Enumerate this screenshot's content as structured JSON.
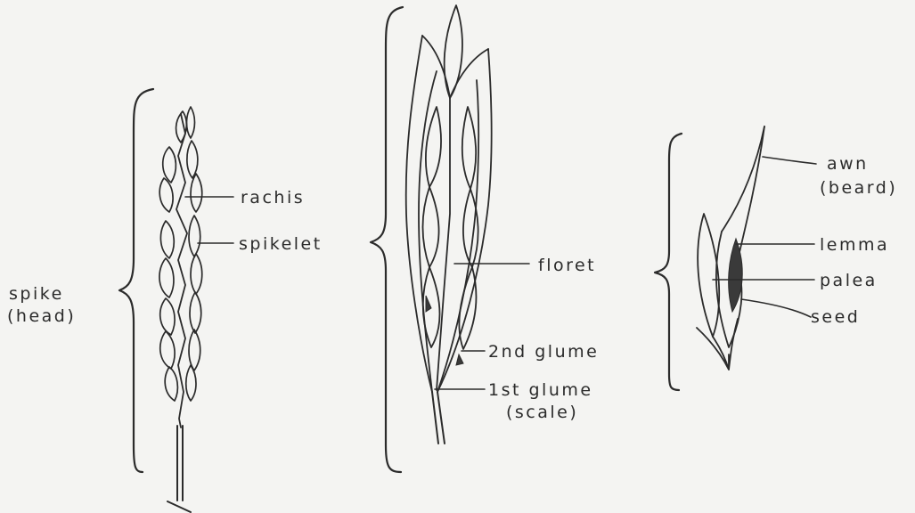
{
  "labels": {
    "spike": "spike",
    "head": "(head)",
    "rachis": "rachis",
    "spikelet": "spikelet",
    "floret": "floret",
    "second_glume": "2nd glume",
    "first_glume": "1st glume",
    "scale": "(scale)",
    "awn": "awn",
    "beard": "(beard)",
    "lemma": "lemma",
    "palea": "palea",
    "seed": "seed"
  },
  "colors": {
    "ink": "#2b2b2b",
    "paper": "#f4f4f2"
  }
}
